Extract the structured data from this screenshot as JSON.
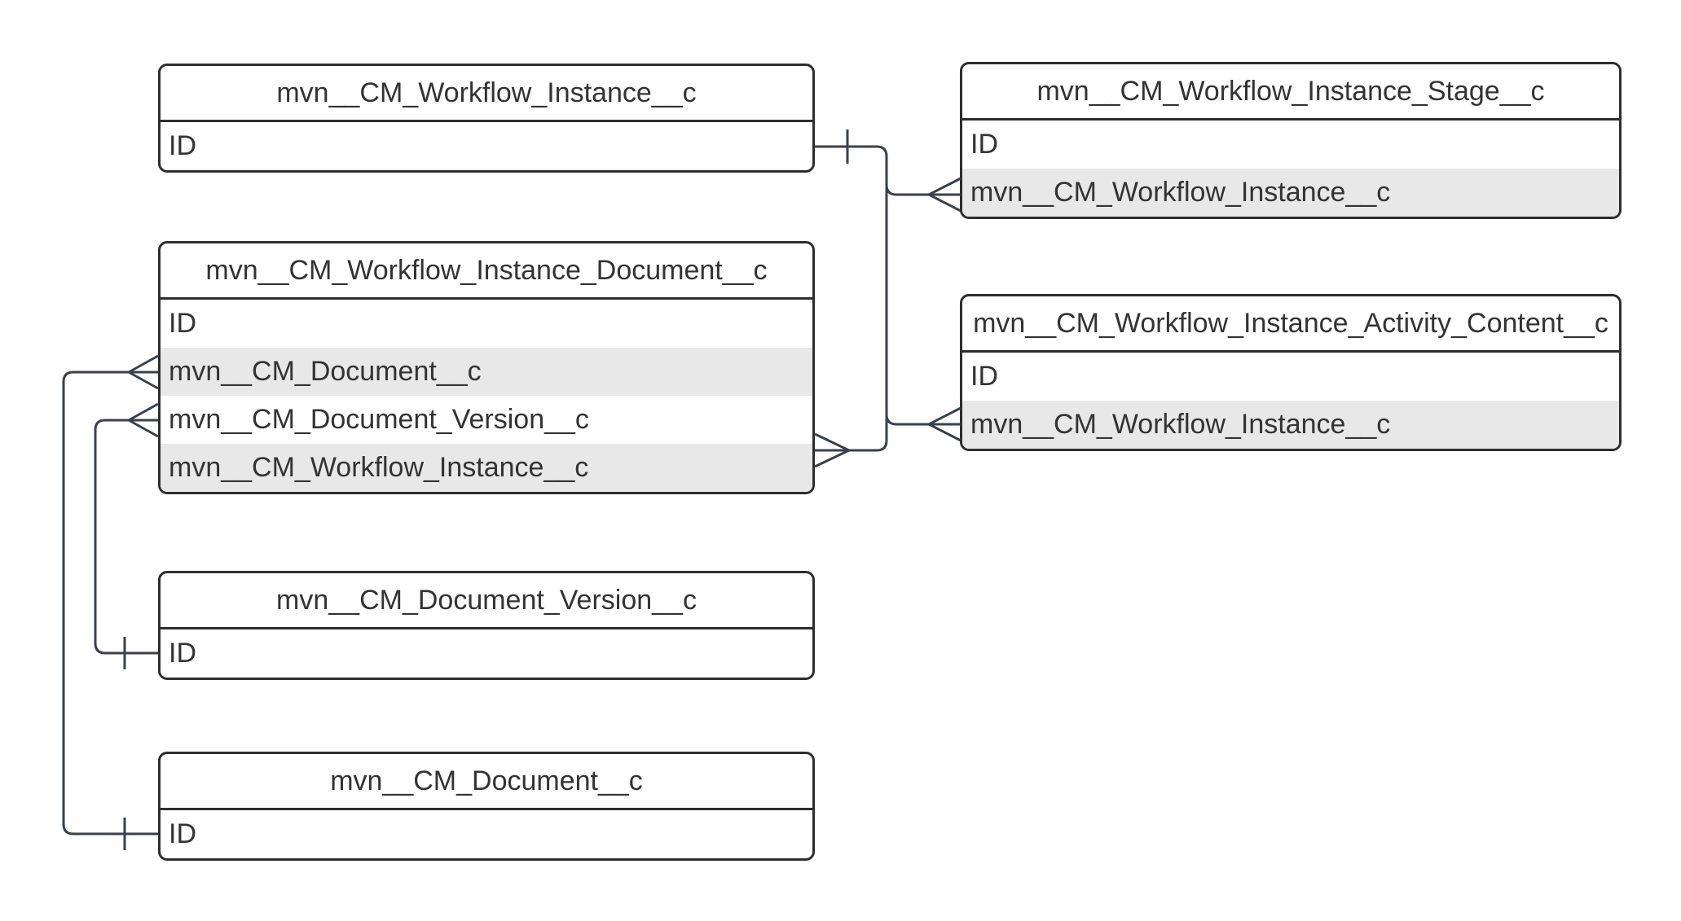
{
  "diagram": {
    "type": "entity-relationship",
    "colors": {
      "background": "#ffffff",
      "entity_border": "#2e2e2e",
      "entity_fill": "#ffffff",
      "highlighted_row_fill": "#e8e8e8",
      "connector_line": "#3a414d",
      "text": "#333333"
    },
    "entities": [
      {
        "id": "workflow_instance",
        "title": "mvn__CM_Workflow_Instance__c",
        "fields": [
          {
            "name": "ID",
            "highlighted": false
          }
        ]
      },
      {
        "id": "workflow_instance_document",
        "title": "mvn__CM_Workflow_Instance_Document__c",
        "fields": [
          {
            "name": "ID",
            "highlighted": false
          },
          {
            "name": "mvn__CM_Document__c",
            "highlighted": true
          },
          {
            "name": "mvn__CM_Document_Version__c",
            "highlighted": false
          },
          {
            "name": "mvn__CM_Workflow_Instance__c",
            "highlighted": true
          }
        ]
      },
      {
        "id": "document_version",
        "title": "mvn__CM_Document_Version__c",
        "fields": [
          {
            "name": "ID",
            "highlighted": false
          }
        ]
      },
      {
        "id": "document",
        "title": "mvn__CM_Document__c",
        "fields": [
          {
            "name": "ID",
            "highlighted": false
          }
        ]
      },
      {
        "id": "workflow_instance_stage",
        "title": "mvn__CM_Workflow_Instance_Stage__c",
        "fields": [
          {
            "name": "ID",
            "highlighted": false
          },
          {
            "name": "mvn__CM_Workflow_Instance__c",
            "highlighted": true
          }
        ]
      },
      {
        "id": "workflow_instance_activity_content",
        "title": "mvn__CM_Workflow_Instance_Activity_Content__c",
        "fields": [
          {
            "name": "ID",
            "highlighted": false
          },
          {
            "name": "mvn__CM_Workflow_Instance__c",
            "highlighted": true
          }
        ]
      }
    ],
    "relationships": [
      {
        "from_entity": "mvn__CM_Workflow_Instance__c",
        "from_field": "ID",
        "from_cardinality": "one",
        "to_entity": "mvn__CM_Workflow_Instance_Stage__c",
        "to_field": "mvn__CM_Workflow_Instance__c",
        "to_cardinality": "many"
      },
      {
        "from_entity": "mvn__CM_Workflow_Instance__c",
        "from_field": "ID",
        "from_cardinality": "one",
        "to_entity": "mvn__CM_Workflow_Instance_Activity_Content__c",
        "to_field": "mvn__CM_Workflow_Instance__c",
        "to_cardinality": "many"
      },
      {
        "from_entity": "mvn__CM_Workflow_Instance__c",
        "from_field": "ID",
        "from_cardinality": "one",
        "to_entity": "mvn__CM_Workflow_Instance_Document__c",
        "to_field": "mvn__CM_Workflow_Instance__c",
        "to_cardinality": "many"
      },
      {
        "from_entity": "mvn__CM_Document_Version__c",
        "from_field": "ID",
        "from_cardinality": "one",
        "to_entity": "mvn__CM_Workflow_Instance_Document__c",
        "to_field": "mvn__CM_Document_Version__c",
        "to_cardinality": "many"
      },
      {
        "from_entity": "mvn__CM_Document__c",
        "from_field": "ID",
        "from_cardinality": "one",
        "to_entity": "mvn__CM_Workflow_Instance_Document__c",
        "to_field": "mvn__CM_Document__c",
        "to_cardinality": "many"
      }
    ]
  }
}
